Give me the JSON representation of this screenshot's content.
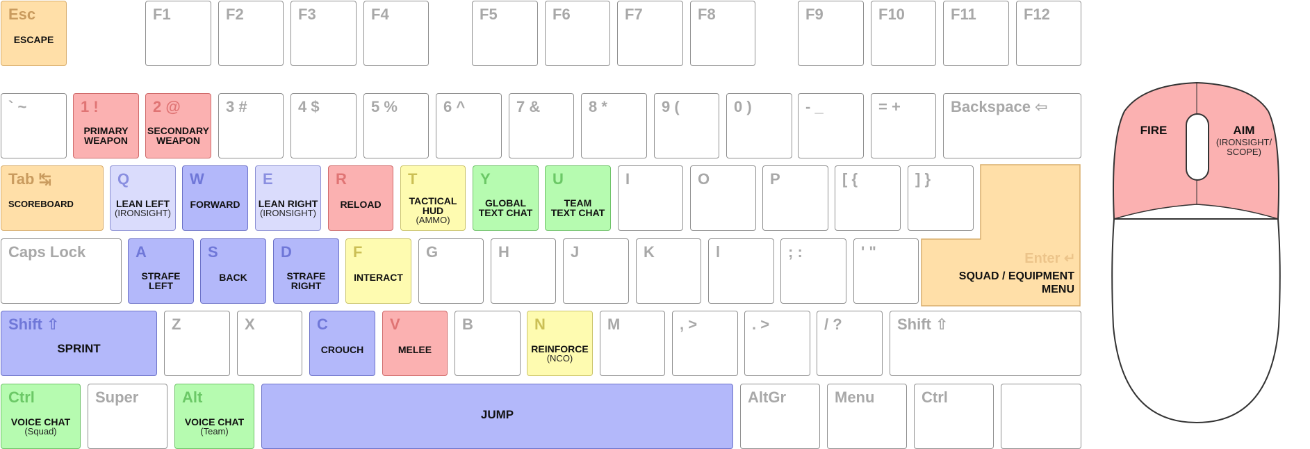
{
  "colors": {
    "orange": "#ffdfa8",
    "red": "#fbb1b1",
    "blue": "#b3b8fa",
    "light_blue": "#dadcfc",
    "yellow": "#fefbb0",
    "green": "#b6fbb0",
    "unassigned": "#ffffff"
  },
  "keys": [
    {
      "id": "esc",
      "legend": "Esc",
      "action": "ESCAPE",
      "color": "orange"
    },
    {
      "id": "f1",
      "legend": "F1"
    },
    {
      "id": "f2",
      "legend": "F2"
    },
    {
      "id": "f3",
      "legend": "F3"
    },
    {
      "id": "f4",
      "legend": "F4"
    },
    {
      "id": "f5",
      "legend": "F5"
    },
    {
      "id": "f6",
      "legend": "F6"
    },
    {
      "id": "f7",
      "legend": "F7"
    },
    {
      "id": "f8",
      "legend": "F8"
    },
    {
      "id": "f9",
      "legend": "F9"
    },
    {
      "id": "f10",
      "legend": "F10"
    },
    {
      "id": "f11",
      "legend": "F11"
    },
    {
      "id": "f12",
      "legend": "F12"
    },
    {
      "id": "grave",
      "legend": "` ~"
    },
    {
      "id": "1",
      "legend": "1 !",
      "action": "PRIMARY\nWEAPON",
      "color": "red"
    },
    {
      "id": "2",
      "legend": "2 @",
      "action": "SECONDARY\nWEAPON",
      "color": "red"
    },
    {
      "id": "3",
      "legend": "3 #"
    },
    {
      "id": "4",
      "legend": "4 $"
    },
    {
      "id": "5",
      "legend": "5 %"
    },
    {
      "id": "6",
      "legend": "6 ^"
    },
    {
      "id": "7",
      "legend": "7 &"
    },
    {
      "id": "8",
      "legend": "8 *"
    },
    {
      "id": "9",
      "legend": "9 ("
    },
    {
      "id": "0",
      "legend": "0 )"
    },
    {
      "id": "minus",
      "legend": "- _"
    },
    {
      "id": "equals",
      "legend": "= +"
    },
    {
      "id": "backspace",
      "legend": "Backspace ⇦"
    },
    {
      "id": "tab",
      "legend": "Tab ↹",
      "action": "SCOREBOARD",
      "color": "orange"
    },
    {
      "id": "q",
      "legend": "Q",
      "action": "LEAN LEFT",
      "sub": "(IRONSIGHT)",
      "color": "light_blue"
    },
    {
      "id": "w",
      "legend": "W",
      "action": "FORWARD",
      "color": "blue"
    },
    {
      "id": "e",
      "legend": "E",
      "action": "LEAN RIGHT",
      "sub": "(IRONSIGHT)",
      "color": "light_blue"
    },
    {
      "id": "r",
      "legend": "R",
      "action": "RELOAD",
      "color": "red"
    },
    {
      "id": "t",
      "legend": "T",
      "action": "TACTICAL\nHUD",
      "sub": "(AMMO)",
      "color": "yellow"
    },
    {
      "id": "y",
      "legend": "Y",
      "action": "GLOBAL\nTEXT CHAT",
      "color": "green"
    },
    {
      "id": "u",
      "legend": "U",
      "action": "TEAM\nTEXT CHAT",
      "color": "green"
    },
    {
      "id": "i",
      "legend": "I"
    },
    {
      "id": "o",
      "legend": "O"
    },
    {
      "id": "p",
      "legend": "P"
    },
    {
      "id": "lbracket",
      "legend": "[ {"
    },
    {
      "id": "rbracket",
      "legend": "] }"
    },
    {
      "id": "capslock",
      "legend": "Caps Lock"
    },
    {
      "id": "a",
      "legend": "A",
      "action": "STRAFE\nLEFT",
      "color": "blue"
    },
    {
      "id": "s",
      "legend": "S",
      "action": "BACK",
      "color": "blue"
    },
    {
      "id": "d",
      "legend": "D",
      "action": "STRAFE\nRIGHT",
      "color": "blue"
    },
    {
      "id": "f",
      "legend": "F",
      "action": "INTERACT",
      "color": "yellow"
    },
    {
      "id": "g",
      "legend": "G"
    },
    {
      "id": "h",
      "legend": "H"
    },
    {
      "id": "j",
      "legend": "J"
    },
    {
      "id": "k",
      "legend": "K"
    },
    {
      "id": "l",
      "legend": "l"
    },
    {
      "id": "semicolon",
      "legend": "; :"
    },
    {
      "id": "quote",
      "legend": "' \""
    },
    {
      "id": "enter",
      "legend": "Enter ↵",
      "action": "SQUAD / EQUIPMENT\nMENU",
      "color": "orange"
    },
    {
      "id": "lshift",
      "legend": "Shift ⇧",
      "action": "SPRINT",
      "color": "blue"
    },
    {
      "id": "z",
      "legend": "Z"
    },
    {
      "id": "x",
      "legend": "X"
    },
    {
      "id": "c",
      "legend": "C",
      "action": "CROUCH",
      "color": "blue"
    },
    {
      "id": "v",
      "legend": "V",
      "action": "MELEE",
      "color": "red"
    },
    {
      "id": "b",
      "legend": "B"
    },
    {
      "id": "n",
      "legend": "N",
      "action": "REINFORCE",
      "sub": "(NCO)",
      "color": "yellow"
    },
    {
      "id": "m",
      "legend": "M"
    },
    {
      "id": "comma",
      "legend": ", >"
    },
    {
      "id": "period",
      "legend": ". >"
    },
    {
      "id": "slash",
      "legend": "/ ?"
    },
    {
      "id": "rshift",
      "legend": "Shift ⇧"
    },
    {
      "id": "lctrl",
      "legend": "Ctrl",
      "action": "VOICE CHAT",
      "sub": "(Squad)",
      "color": "green"
    },
    {
      "id": "super",
      "legend": "Super"
    },
    {
      "id": "alt",
      "legend": "Alt",
      "action": "VOICE CHAT",
      "sub": "(Team)",
      "color": "green"
    },
    {
      "id": "space",
      "legend": "",
      "action": "JUMP",
      "color": "blue"
    },
    {
      "id": "altgr",
      "legend": "AltGr"
    },
    {
      "id": "menu",
      "legend": "Menu"
    },
    {
      "id": "rctrl",
      "legend": "Ctrl"
    },
    {
      "id": "blank",
      "legend": ""
    }
  ],
  "mouse": {
    "left_button": {
      "action": "FIRE",
      "color": "red"
    },
    "right_button": {
      "action": "AIM",
      "sub1": "(IRONSIGHT/",
      "sub2": "SCOPE)",
      "color": "red"
    }
  }
}
